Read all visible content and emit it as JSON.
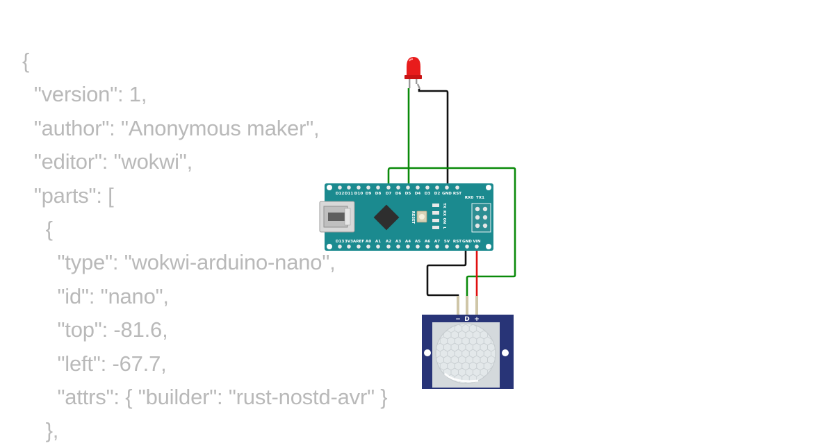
{
  "code_lines": [
    "{",
    "  \"version\": 1,",
    "  \"author\": \"Anonymous maker\",",
    "  \"editor\": \"wokwi\",",
    "  \"parts\": [",
    "    {",
    "      \"type\": \"wokwi-arduino-nano\",",
    "      \"id\": \"nano\",",
    "      \"top\": -81.6,",
    "      \"left\": -67.7,",
    "      \"attrs\": { \"builder\": \"rust-nostd-avr\" }",
    "    },"
  ],
  "board": {
    "top_pins": [
      "D12",
      "D11",
      "D10",
      "D9",
      "D8",
      "D7",
      "D6",
      "D5",
      "D4",
      "D3",
      "D2",
      "GND",
      "RST",
      "RX0",
      "TX1"
    ],
    "bottom_pins": [
      "D13",
      "3V3",
      "AREF",
      "A0",
      "A1",
      "A2",
      "A3",
      "A4",
      "A5",
      "A6",
      "A7",
      "5V",
      "RST",
      "GND",
      "VIN"
    ],
    "reset_label": "RESET",
    "led_labels": [
      "TX",
      "RX",
      "ON",
      "L"
    ],
    "color": "#1b8a8f"
  },
  "pir": {
    "pins": [
      "−",
      "D",
      "+"
    ],
    "color": "#283477"
  },
  "wire_colors": {
    "signal": "#0a8a0a",
    "ground": "#111111",
    "power": "#e01010"
  }
}
